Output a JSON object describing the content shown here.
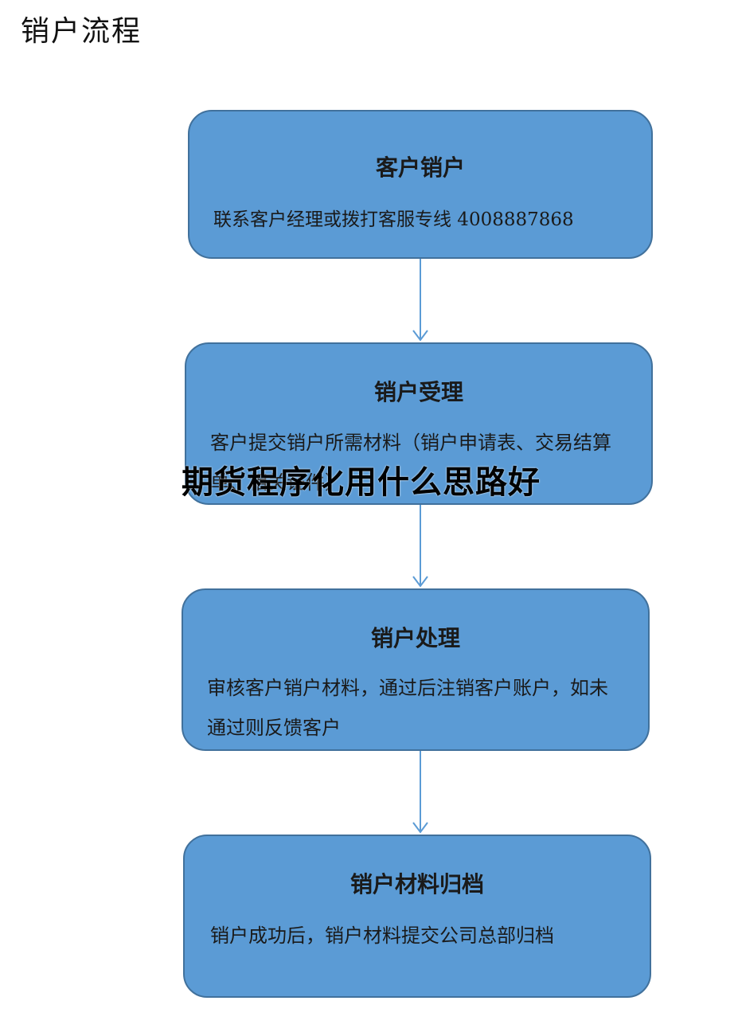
{
  "page_title": "销户流程",
  "overlay_title": "期货程序化用什么思路好",
  "colors": {
    "box_fill": "#5b9bd5",
    "box_border": "#41719c",
    "arrow": "#5b9bd5"
  },
  "steps": [
    {
      "title": "客户销户",
      "description": "联系客户经理或拨打客服专线 4008887868"
    },
    {
      "title": "销户受理",
      "description": "客户提交销户所需材料（销户申请表、交易结算单、相关证件）"
    },
    {
      "title": "销户处理",
      "description": "审核客户销户材料，通过后注销客户账户，如未通过则反馈客户"
    },
    {
      "title": "销户材料归档",
      "description": "销户成功后，销户材料提交公司总部归档"
    }
  ]
}
